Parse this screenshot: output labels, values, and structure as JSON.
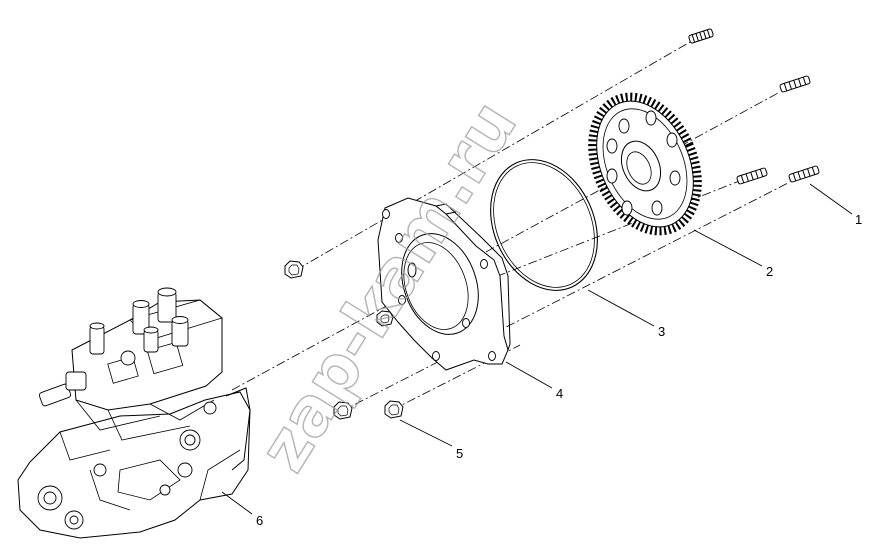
{
  "callouts": [
    "1",
    "2",
    "3",
    "4",
    "5",
    "6"
  ],
  "watermark": "zap-kam.ru"
}
